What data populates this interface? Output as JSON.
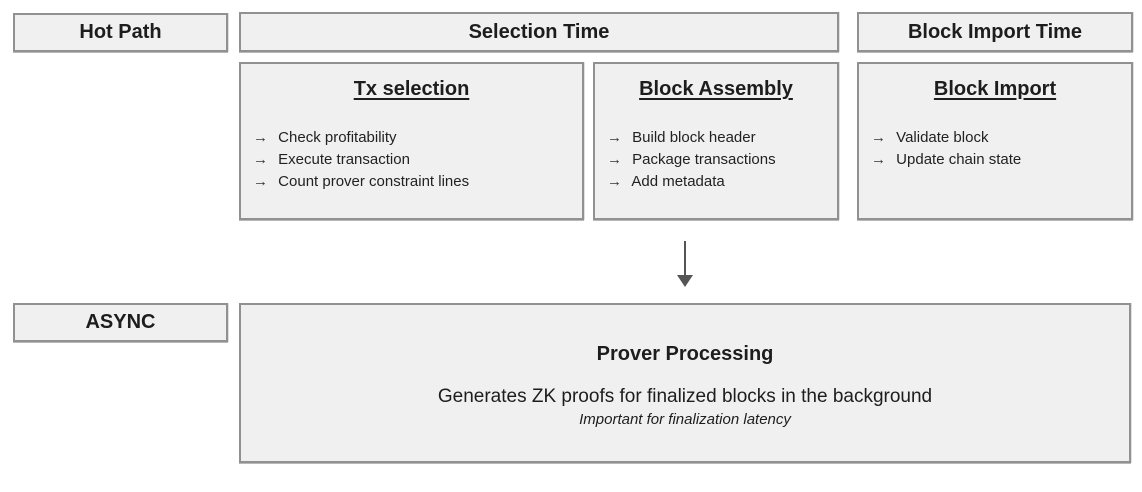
{
  "colors": {
    "box_fill": "#f0f0f0",
    "box_border": "#919191",
    "text": "#1d1d1d",
    "flow_arrow": "#555555"
  },
  "glyphs": {
    "item_arrow": "→"
  },
  "lanes": {
    "hot_path_label": "Hot Path",
    "async_label": "ASYNC"
  },
  "headers": {
    "selection_time": "Selection Time",
    "block_import_time": "Block Import Time"
  },
  "stages": {
    "tx_selection": {
      "title": "Tx selection",
      "items": [
        "Check profitability",
        "Execute transaction",
        "Count prover constraint lines"
      ]
    },
    "block_assembly": {
      "title": "Block Assembly",
      "items": [
        "Build block header",
        "Package transactions",
        "Add metadata"
      ]
    },
    "block_import": {
      "title": "Block Import",
      "items": [
        "Validate block",
        "Update chain state"
      ]
    }
  },
  "prover": {
    "title": "Prover Processing",
    "description": "Generates ZK proofs for finalized blocks in the background",
    "note": "Important for finalization latency"
  }
}
